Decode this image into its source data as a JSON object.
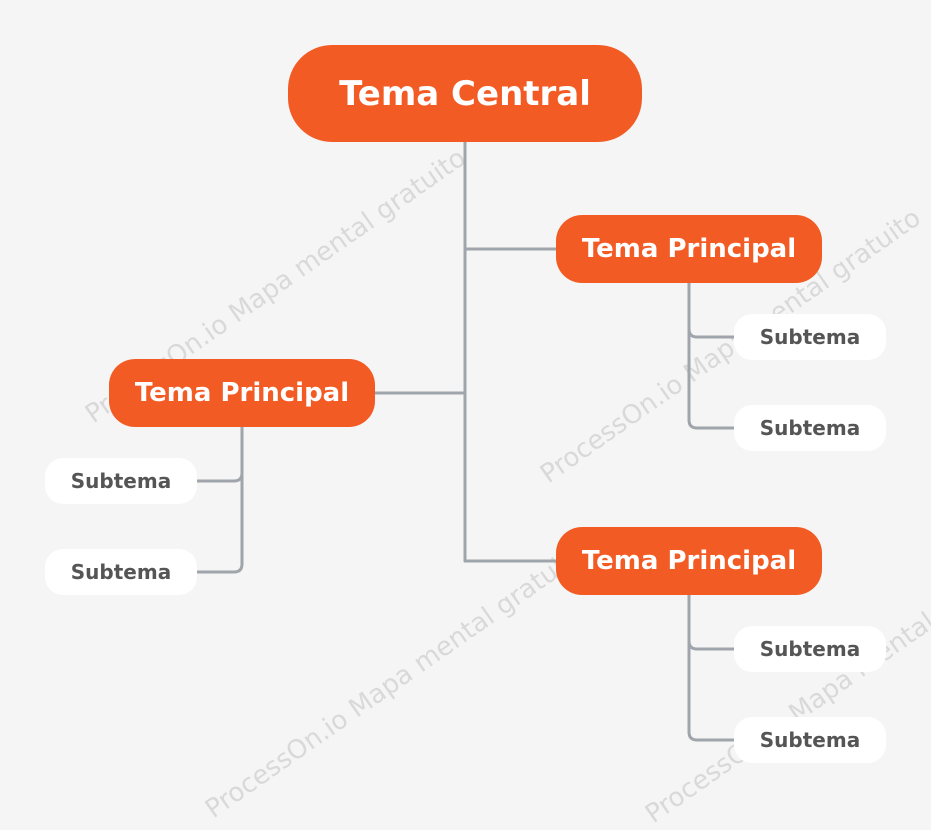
{
  "colors": {
    "background": "#f5f5f5",
    "topic_fill": "#f35b25",
    "subtopic_fill": "#ffffff",
    "subtopic_text": "#555555",
    "connector": "#a0a5ab",
    "watermark": "#d9d9d9"
  },
  "watermark_text": "ProcessOn.io Mapa mental gratuito",
  "central_topic": "Tema Central",
  "branches": [
    {
      "label": "Tema Principal",
      "side": "right",
      "subtopics": [
        "Subtema",
        "Subtema"
      ]
    },
    {
      "label": "Tema Principal",
      "side": "left",
      "subtopics": [
        "Subtema",
        "Subtema"
      ]
    },
    {
      "label": "Tema Principal",
      "side": "right",
      "subtopics": [
        "Subtema",
        "Subtema"
      ]
    }
  ]
}
